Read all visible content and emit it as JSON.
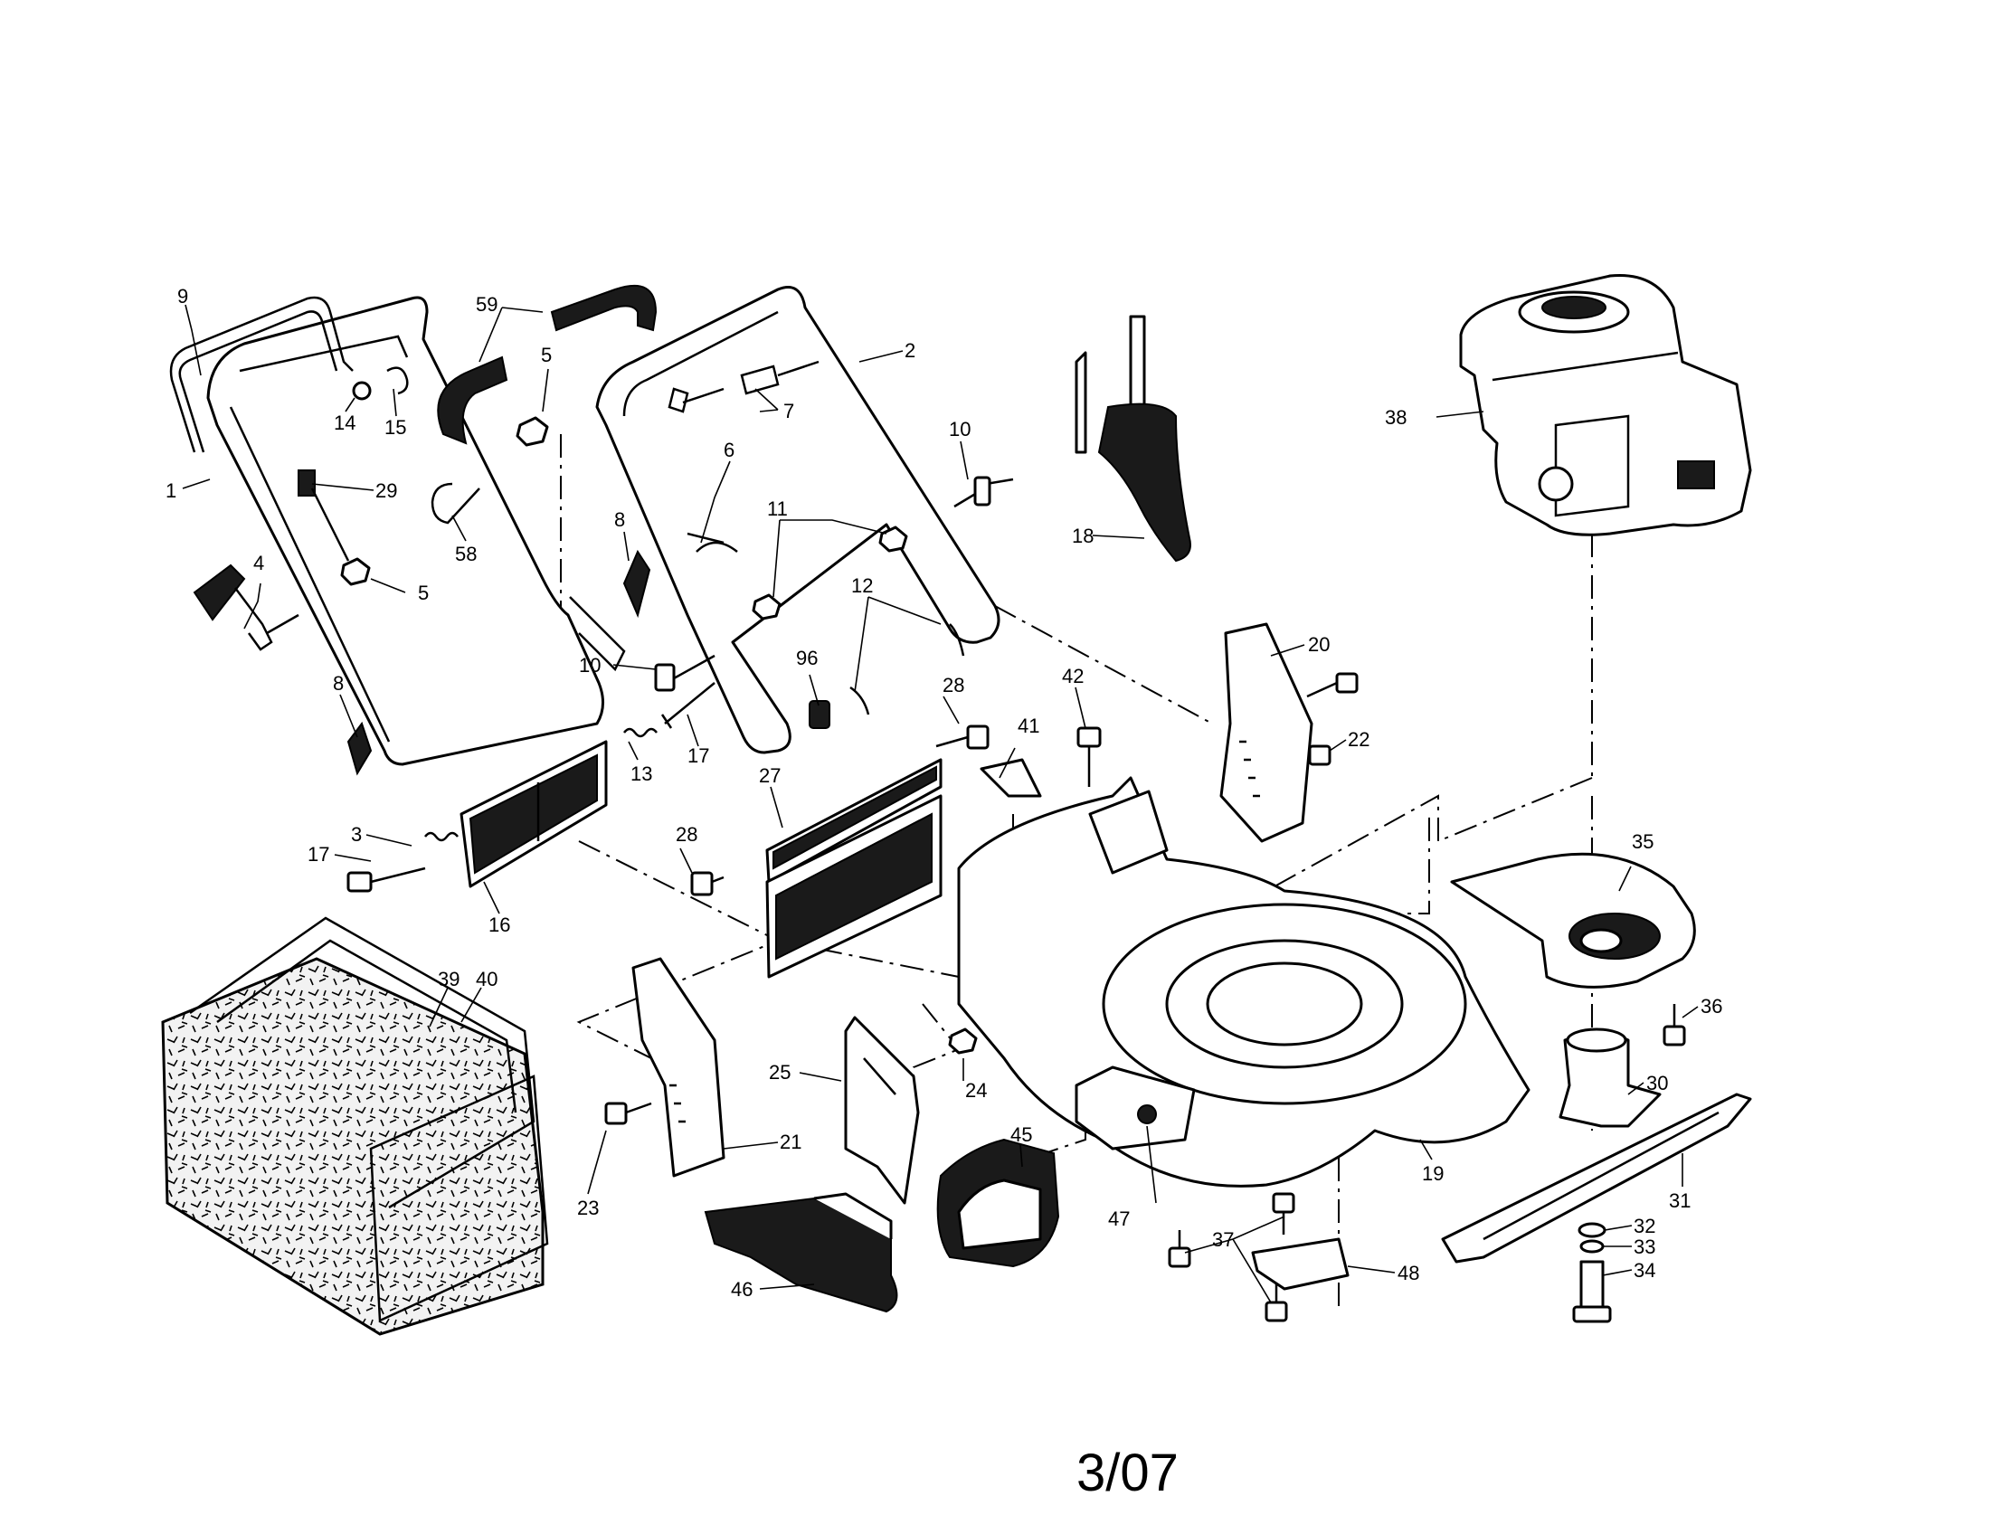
{
  "revision": "3/07",
  "parts": [
    {
      "id": "p1",
      "number": "1"
    },
    {
      "id": "p2",
      "number": "2"
    },
    {
      "id": "p3",
      "number": "3"
    },
    {
      "id": "p4",
      "number": "4"
    },
    {
      "id": "p5a",
      "number": "5"
    },
    {
      "id": "p5b",
      "number": "5"
    },
    {
      "id": "p6",
      "number": "6"
    },
    {
      "id": "p7",
      "number": "7"
    },
    {
      "id": "p8a",
      "number": "8"
    },
    {
      "id": "p8b",
      "number": "8"
    },
    {
      "id": "p9",
      "number": "9"
    },
    {
      "id": "p10a",
      "number": "10"
    },
    {
      "id": "p10b",
      "number": "10"
    },
    {
      "id": "p11",
      "number": "11"
    },
    {
      "id": "p12",
      "number": "12"
    },
    {
      "id": "p13",
      "number": "13"
    },
    {
      "id": "p14",
      "number": "14"
    },
    {
      "id": "p15",
      "number": "15"
    },
    {
      "id": "p16",
      "number": "16"
    },
    {
      "id": "p17a",
      "number": "17"
    },
    {
      "id": "p17b",
      "number": "17"
    },
    {
      "id": "p18",
      "number": "18"
    },
    {
      "id": "p19",
      "number": "19"
    },
    {
      "id": "p20",
      "number": "20"
    },
    {
      "id": "p21",
      "number": "21"
    },
    {
      "id": "p22",
      "number": "22"
    },
    {
      "id": "p23",
      "number": "23"
    },
    {
      "id": "p24",
      "number": "24"
    },
    {
      "id": "p25",
      "number": "25"
    },
    {
      "id": "p27",
      "number": "27"
    },
    {
      "id": "p28a",
      "number": "28"
    },
    {
      "id": "p28b",
      "number": "28"
    },
    {
      "id": "p29",
      "number": "29"
    },
    {
      "id": "p30",
      "number": "30"
    },
    {
      "id": "p31",
      "number": "31"
    },
    {
      "id": "p32",
      "number": "32"
    },
    {
      "id": "p33",
      "number": "33"
    },
    {
      "id": "p34",
      "number": "34"
    },
    {
      "id": "p35",
      "number": "35"
    },
    {
      "id": "p36",
      "number": "36"
    },
    {
      "id": "p37",
      "number": "37"
    },
    {
      "id": "p38",
      "number": "38"
    },
    {
      "id": "p39",
      "number": "39"
    },
    {
      "id": "p40",
      "number": "40"
    },
    {
      "id": "p41",
      "number": "41"
    },
    {
      "id": "p42",
      "number": "42"
    },
    {
      "id": "p45",
      "number": "45"
    },
    {
      "id": "p46",
      "number": "46"
    },
    {
      "id": "p47",
      "number": "47"
    },
    {
      "id": "p48",
      "number": "48"
    },
    {
      "id": "p58",
      "number": "58"
    },
    {
      "id": "p59",
      "number": "59"
    },
    {
      "id": "p96",
      "number": "96"
    }
  ]
}
